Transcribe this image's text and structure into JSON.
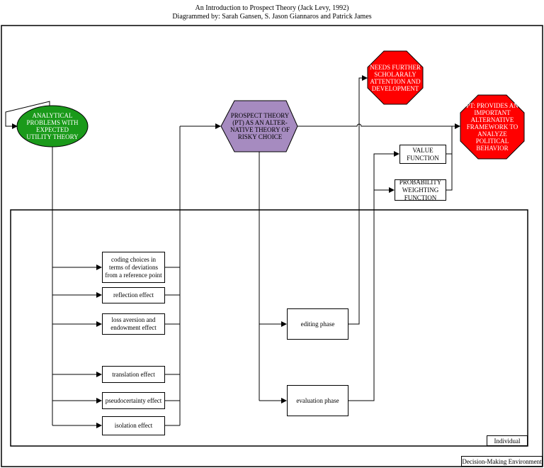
{
  "header": {
    "title": "An Introduction to Prospect Theory (Jack Levy, 1992)",
    "authors": "Diagrammed by: Sarah Gansen, S. Jason Giannaros and Patrick James"
  },
  "nodes": {
    "analytical": "ANALYTICAL PROBLEMS WITH EXPECTED UTILITY THEORY",
    "prospect": "PROSPECT THEORY (PT) AS AN ALTER-NATIVE THEORY OF RISKY CHOICE",
    "further": "NEEDS FURTHER SCHOLARALY ATTENTION AND DEVELOPMENT",
    "framework": "PT: PROVIDES AN IMPORTANT ALTERNATIVE FRAMEWORK TO ANALYZE POLITICAL BEHAVIOR",
    "value": "VALUE FUNCTION",
    "probability": "PROBABILITY WEIGHTING FUNCTION",
    "coding": "coding choices in terms of deviations from a reference point",
    "reflection": "reflection effect",
    "loss": "loss aversion and endowment effect",
    "translation": "translation effect",
    "pseudo": "pseudocertainty effect",
    "isolation": "isolation effect",
    "editing": "editing phase",
    "evaluation": "evaluation phase"
  },
  "frames": {
    "individual": "Individual",
    "environment": "Decision-Making Environment"
  },
  "colors": {
    "green": "#1a9a1a",
    "purple": "#a68bc0",
    "red": "#ff0000"
  }
}
